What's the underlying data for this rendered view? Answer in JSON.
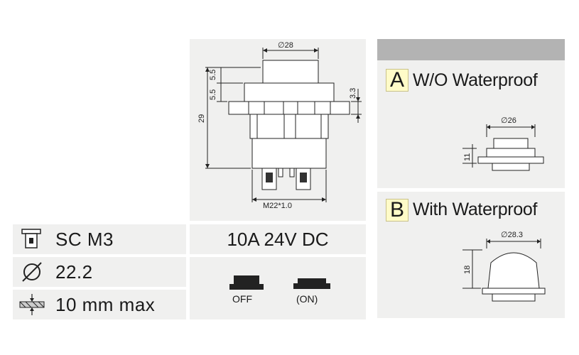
{
  "drawing": {
    "dia_top": "∅28",
    "dim_55a": "5.5",
    "dim_55b": "5.5",
    "dim_33": "3.3",
    "dim_29": "29",
    "thread": "M22*1.0"
  },
  "specs": [
    {
      "icon": "screw-terminal-icon",
      "text": "SC M3"
    },
    {
      "icon": "diameter-icon",
      "text": "22.2"
    },
    {
      "icon": "panel-thickness-icon",
      "text": "10 mm max"
    }
  ],
  "rating": "10A 24V DC",
  "states": {
    "off": "OFF",
    "on": "(ON)"
  },
  "variants": {
    "a": {
      "letter": "A",
      "title": "W/O Waterproof",
      "dia": "∅26",
      "height": "11"
    },
    "b": {
      "letter": "B",
      "title": "With Waterproof",
      "dia": "∅28.3",
      "height": "18"
    }
  },
  "colors": {
    "panel": "#f0f0ef",
    "header_bar": "#b3b3b3",
    "letter_bg": "#fffbc8"
  }
}
